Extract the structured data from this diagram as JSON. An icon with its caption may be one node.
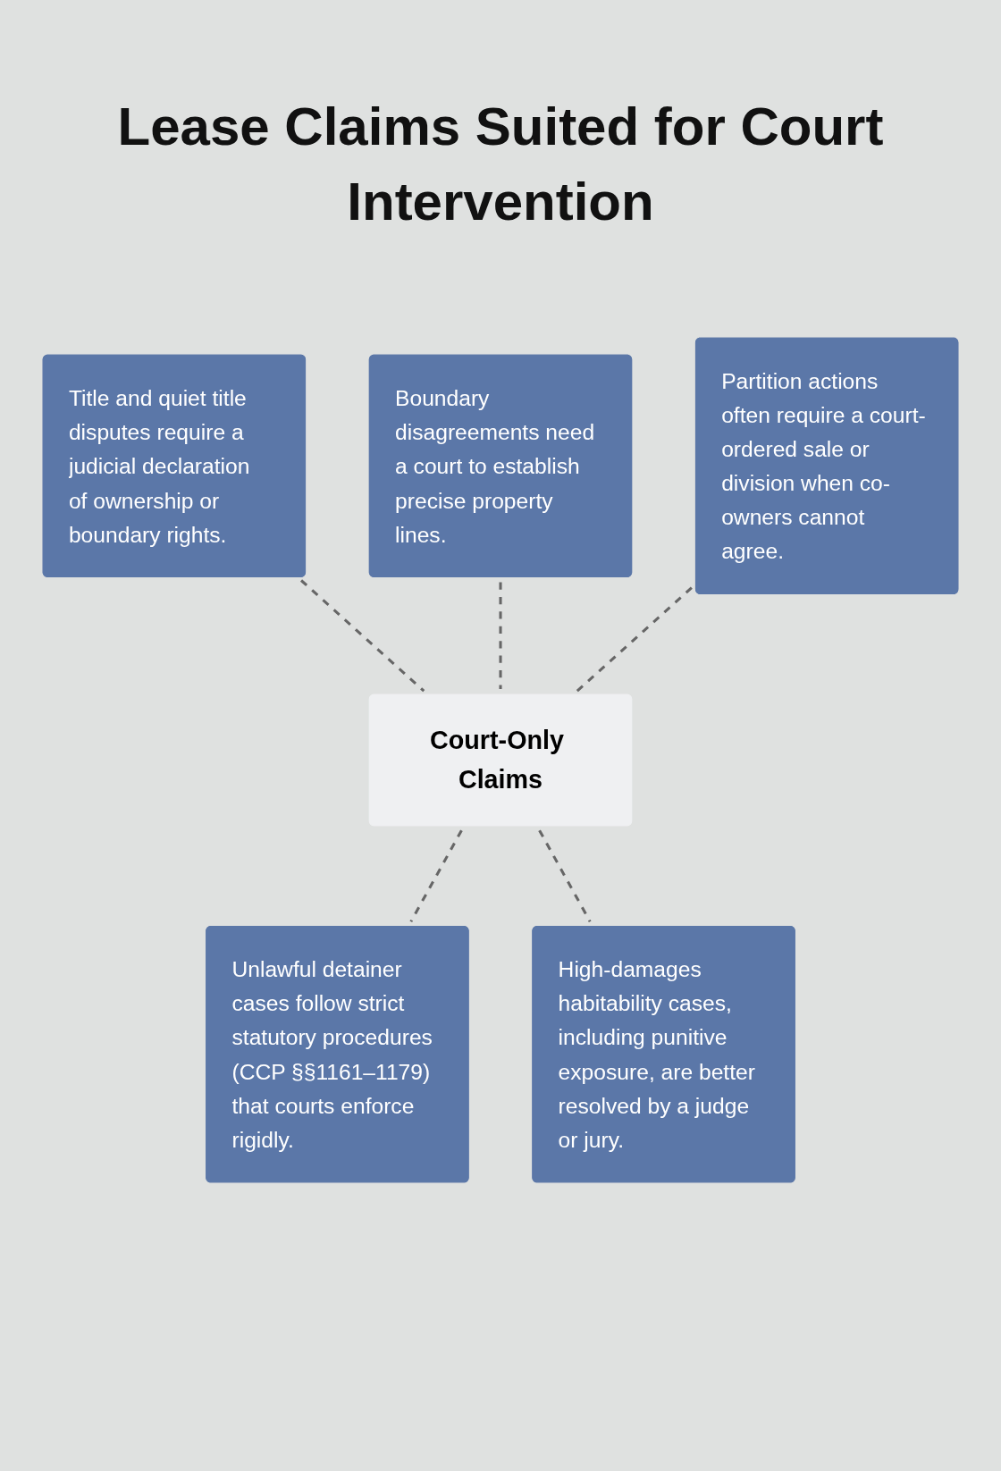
{
  "diagram": {
    "title": "Lease Claims Suited for Court Intervention",
    "nodes": [
      {
        "text": [
          "Title and quiet title disputes require a judicial declaration of ownership or boundary rights."
        ]
      },
      {
        "text": [
          "Boundary disagreements need a court to establish precise property lines."
        ]
      },
      {
        "text": [
          "Partition actions often require a court-ordered sale or division when co-owners cannot agree."
        ]
      },
      {
        "text": [
          "Court-Only Claims"
        ]
      },
      {
        "text": [
          "Unlawful detainer cases follow strict statutory procedures (CCP §§1161–1179) that courts enforce rigidly."
        ]
      },
      {
        "text": [
          "High-damages habitability cases, including punitive exposure, are better resolved by a judge or jury."
        ]
      }
    ],
    "edges": [
      {
        "from": 0,
        "to": 3,
        "arrow": "none",
        "style": "dashed"
      },
      {
        "from": 1,
        "to": 3,
        "arrow": "none",
        "style": "dashed"
      },
      {
        "from": 2,
        "to": 3,
        "arrow": "none",
        "style": "dashed"
      },
      {
        "from": 3,
        "to": 4,
        "arrow": "none",
        "style": "dashed"
      },
      {
        "from": 3,
        "to": 5,
        "arrow": "none",
        "style": "dashed"
      }
    ]
  }
}
